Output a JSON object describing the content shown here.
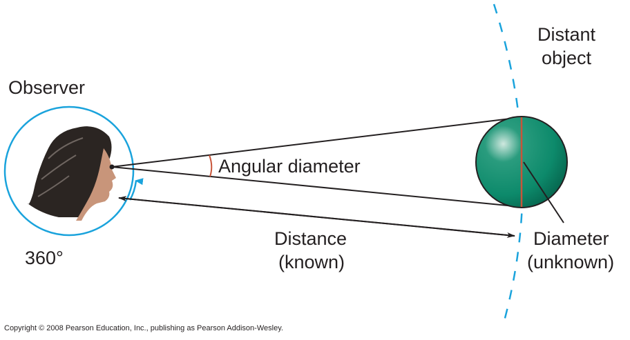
{
  "labels": {
    "observer": "Observer",
    "distant_object_line1": "Distant",
    "distant_object_line2": "object",
    "angular_diameter": "Angular diameter",
    "distance_line1": "Distance",
    "distance_line2": "(known)",
    "diameter_line1": "Diameter",
    "diameter_line2": "(unknown)",
    "full_circle": "360°"
  },
  "copyright": "Copyright © 2008 Pearson Education, Inc., publishing as Pearson Addison-Wesley.",
  "colors": {
    "circle": "#1aa3dc",
    "sphere": "#0f8a6c",
    "angle_mark": "#c8553a",
    "lines": "#231f20"
  }
}
